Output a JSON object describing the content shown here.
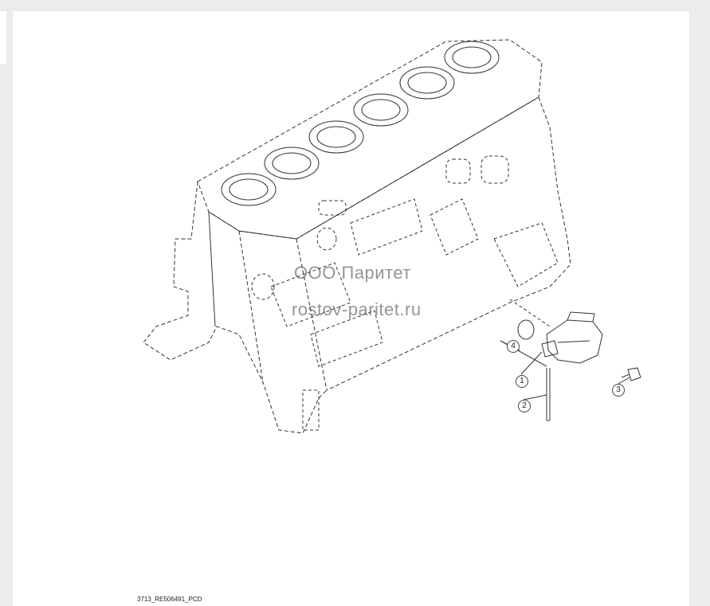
{
  "watermark": {
    "line1": "ООО Паритет",
    "line2": "rostov-paritet.ru",
    "color": "#3c3c3c"
  },
  "callouts": [
    {
      "label": "1"
    },
    {
      "label": "2"
    },
    {
      "label": "3"
    },
    {
      "label": "4"
    }
  ],
  "caption": "3713_RE506491_PCD",
  "colors": {
    "background": "#ececec",
    "canvas": "#ffffff",
    "line": "#333333"
  }
}
